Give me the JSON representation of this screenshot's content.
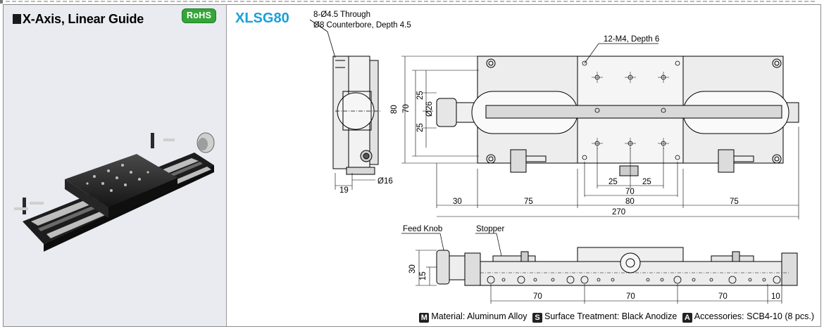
{
  "header": {
    "title": "X-Axis, Linear Guide",
    "rohs": "RoHS",
    "model": "XLSG80"
  },
  "labels": {
    "holes_line1": "8-Ø4.5 Through",
    "holes_line2": "Ø8 Counterbore, Depth 4.5",
    "tapped": "12-M4, Depth 6",
    "feed_knob": "Feed Knob",
    "stopper": "Stopper"
  },
  "dims": {
    "d80": "80",
    "d70": "70",
    "d25a": "25",
    "d25b": "25",
    "d26": "Ø26",
    "d19": "19",
    "d16": "Ø16",
    "h25a": "25",
    "h25b": "25",
    "h70": "70",
    "h80": "80",
    "h30": "30",
    "h75a": "75",
    "h75b": "75",
    "h270": "270",
    "s30": "30",
    "s15": "15",
    "s70a": "70",
    "s70b": "70",
    "s70c": "70",
    "s10": "10"
  },
  "footer": {
    "m_badge": "M",
    "material": "Material: Aluminum Alloy",
    "s_badge": "S",
    "surface": "Surface Treatment: Black Anodize",
    "a_badge": "A",
    "accessories": "Accessories: SCB4-10 (8 pcs.)"
  }
}
